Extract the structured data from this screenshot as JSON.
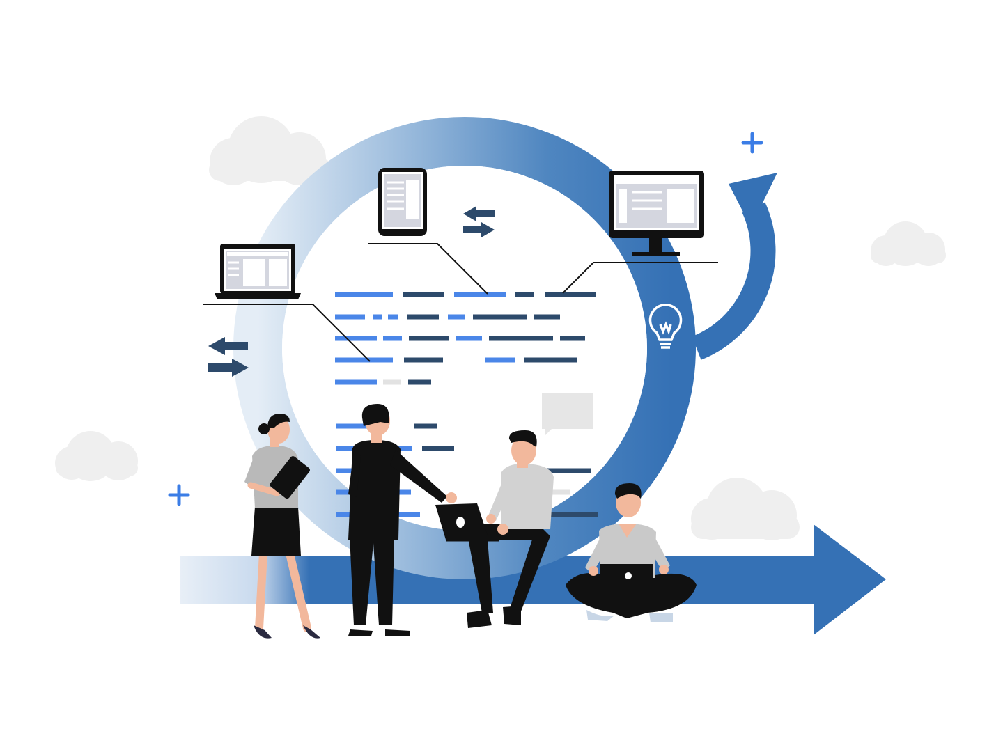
{
  "illustration": {
    "subject": "agile-development-cycle",
    "colors": {
      "background": "#ffffff",
      "primary_blue": "#3571b5",
      "accent_blue": "#4a86e8",
      "dark_navy": "#2d4a6b",
      "pale_blue": "#dfe9f4",
      "cloud_gray": "#efefef",
      "device_black": "#111111",
      "screen_gray": "#d4d6df",
      "shirt_gray": "#cfcfcf",
      "skin": "#f2b89c",
      "hair": "#1a1a1a"
    },
    "icons": [
      "laptop-icon",
      "tablet-icon",
      "desktop-monitor-icon",
      "lightbulb-icon",
      "swap-arrows-icon",
      "plus-icon",
      "cloud-icon",
      "speech-bubble-icon"
    ],
    "people": [
      "woman-with-tablet",
      "man-in-suit",
      "man-sitting-with-laptop",
      "man-cross-legged-with-laptop"
    ]
  }
}
